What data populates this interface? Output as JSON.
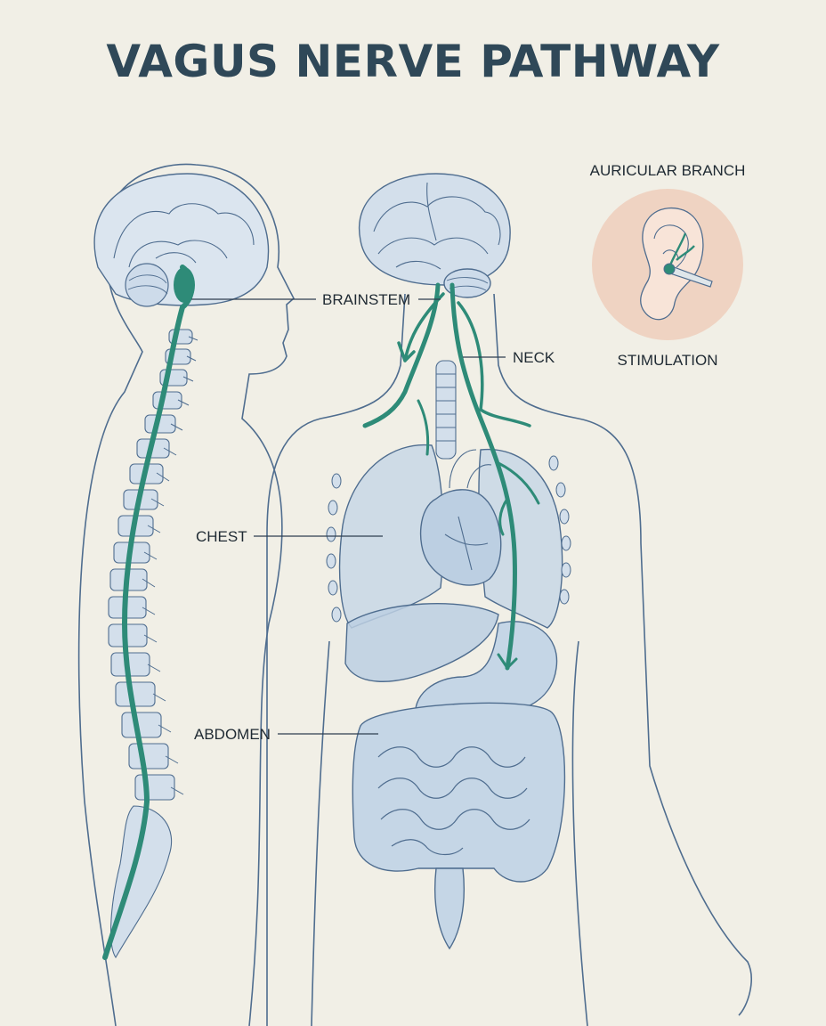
{
  "title": "VAGUS NERVE PATHWAY",
  "labels": {
    "brainstem": "BRAINSTEM",
    "neck": "NECK",
    "chest": "CHEST",
    "abdomen": "ABDOMEN",
    "auricular": "AURICULAR BRANCH",
    "stimulation": "STIMULATION"
  },
  "colors": {
    "background": "#f1efe6",
    "outline": "#4f6d8f",
    "organ_fill": "#c5d6e6",
    "nerve": "#2e8b78",
    "title": "#2f4858",
    "ear_inset": "#efd3c2"
  }
}
